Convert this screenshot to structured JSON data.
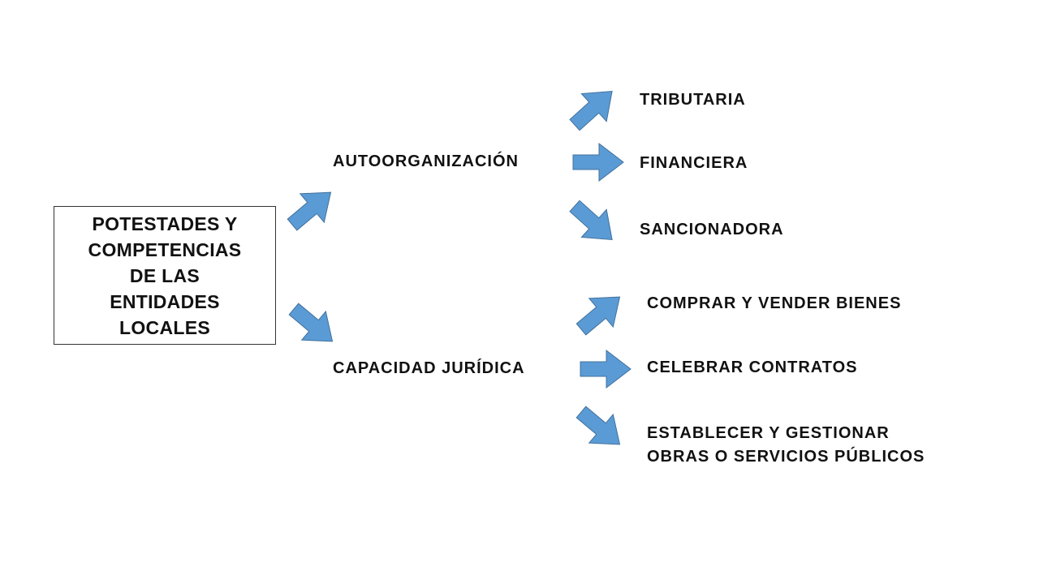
{
  "diagram": {
    "root": {
      "lines": [
        "POTESTADES Y",
        "COMPETENCIAS",
        "DE LAS",
        "ENTIDADES",
        "LOCALES"
      ]
    },
    "branches": [
      {
        "label": "AUTOORGANIZACIÓN",
        "items": [
          "TRIBUTARIA",
          "FINANCIERA",
          "SANCIONADORA"
        ]
      },
      {
        "label": "CAPACIDAD JURÍDICA",
        "items": [
          "COMPRAR Y VENDER BIENES",
          "CELEBRAR CONTRATOS",
          "ESTABLECER Y GESTIONAR\nOBRAS O SERVICIOS PÚBLICOS"
        ]
      }
    ]
  },
  "colors": {
    "arrow_fill": "#5b9bd5",
    "arrow_stroke": "#41719c",
    "text": "#111111",
    "box_border": "#333333"
  }
}
